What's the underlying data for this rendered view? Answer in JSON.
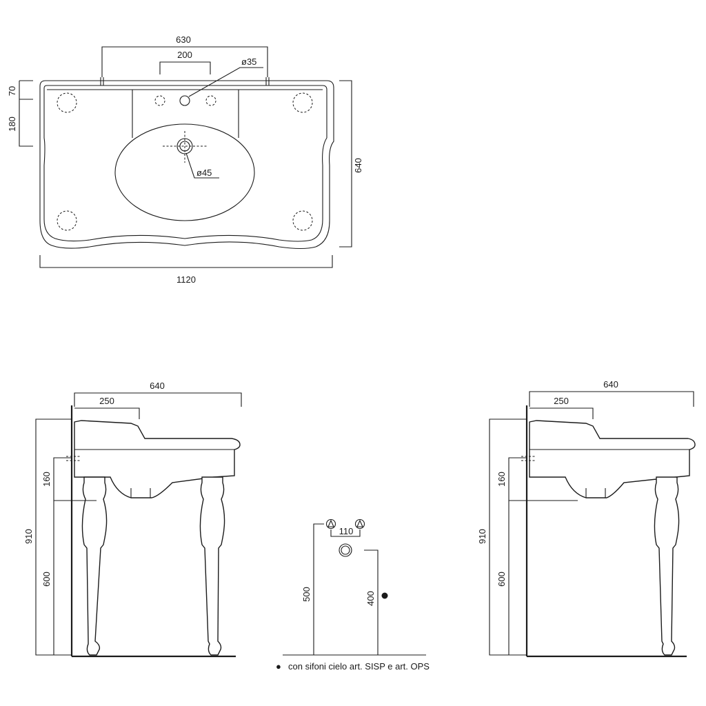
{
  "top_view": {
    "width_total": "1120",
    "depth_total": "640",
    "tap_hole_spacing": "630",
    "tap_distance": "200",
    "tap_hole_diameter": "ø35",
    "drain_diameter": "ø45",
    "backsplash_height": "70",
    "deck_depth": "180"
  },
  "side_view_left": {
    "depth": "640",
    "backsplash_depth": "250",
    "overall_height": "910",
    "bowl_height": "160",
    "leg_height": "600"
  },
  "plumbing": {
    "tap_spacing": "110",
    "supply_height": "500",
    "waste_height": "400"
  },
  "side_view_right": {
    "depth": "640",
    "backsplash_depth": "250",
    "overall_height": "910",
    "bowl_height": "160",
    "leg_height": "600"
  },
  "footnote": {
    "bullet": "●",
    "text": "con sifoni cielo art. SISP e art. OPS"
  }
}
